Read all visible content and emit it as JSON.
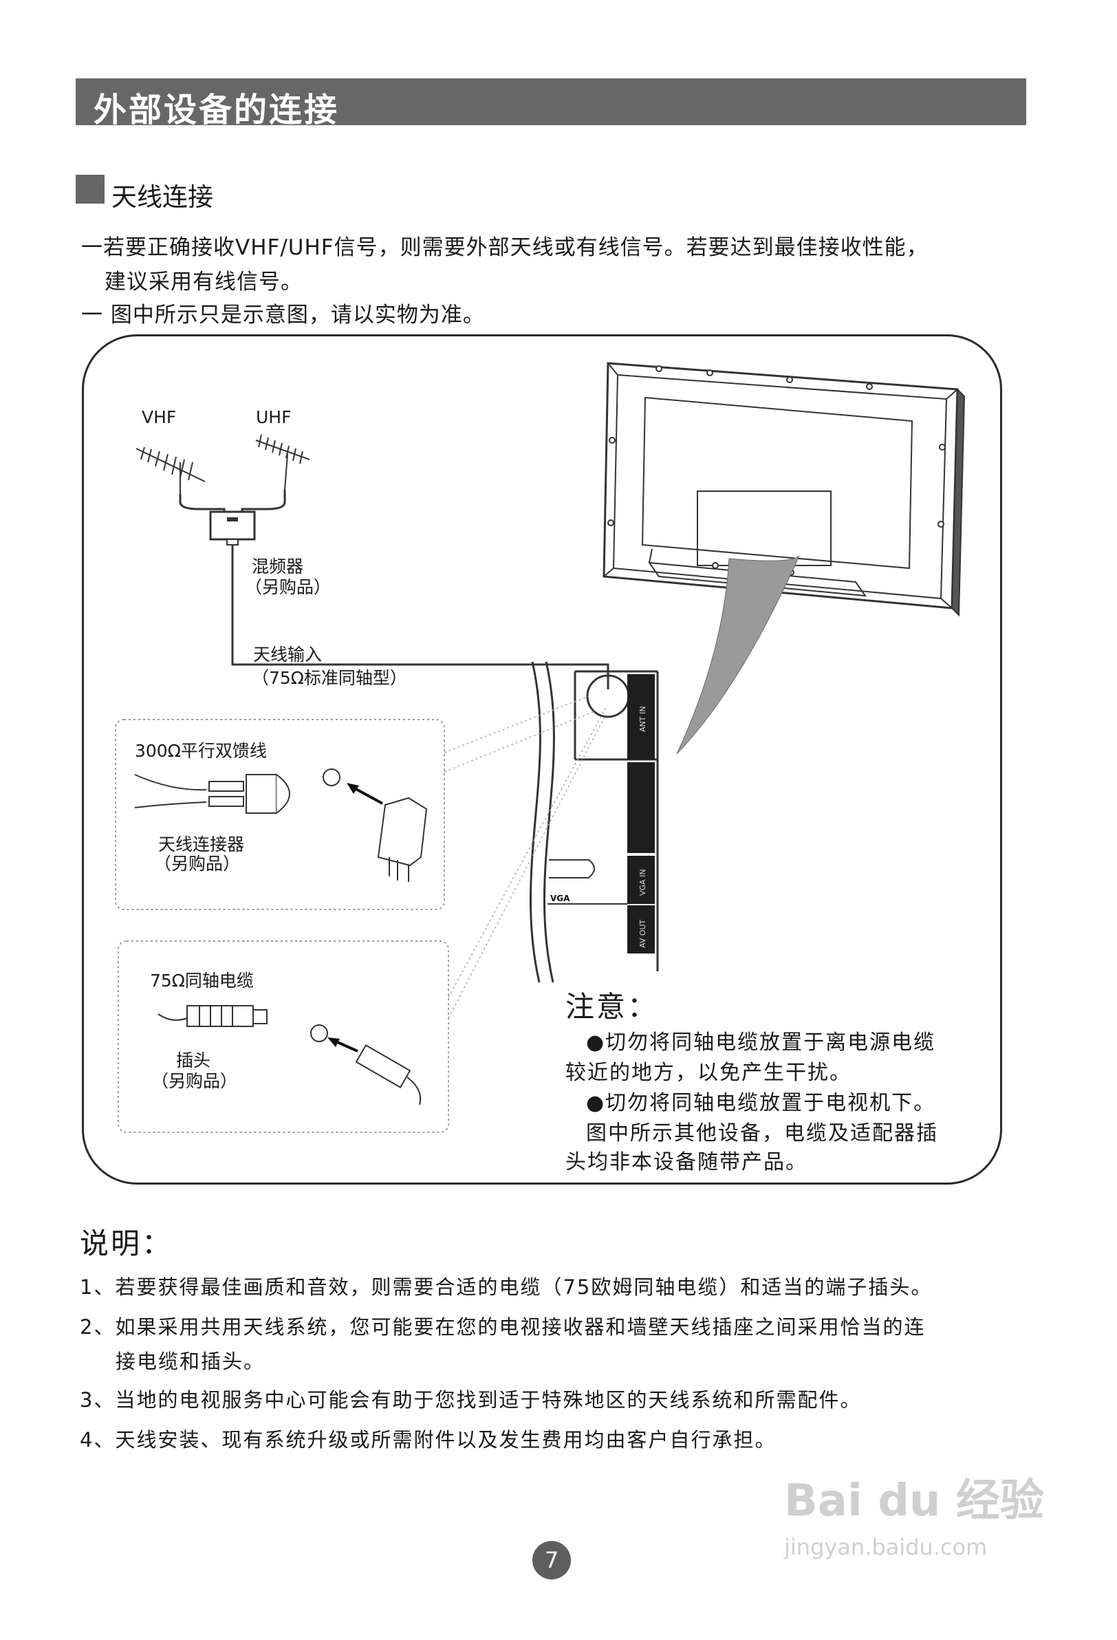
{
  "header": {
    "title": "外部设备的连接"
  },
  "section": {
    "title": "天线连接"
  },
  "intro": [
    "一若要正确接收VHF/UHF信号，则需要外部天线或有线信号。若要达到最佳接收性能，",
    "建议采用有线信号。",
    "一 图中所示只是示意图，请以实物为准。"
  ],
  "diagram": {
    "vhf": "VHF",
    "uhf": "UHF",
    "mixer": "混频器",
    "mixer_sub": "（另购品）",
    "ant_input": "天线输入",
    "ant_input_sub": "（75Ω标准同轴型）",
    "twin_lead": "300Ω平行双馈线",
    "connector": "天线连接器",
    "connector_sub": "（另购品）",
    "coax": "75Ω同轴电缆",
    "plug": "插头",
    "plug_sub": "（另购品）",
    "ports": {
      "ant_in": "ANT IN",
      "vga_in": "VGA IN",
      "vga": "VGA",
      "av_out": "AV OUT"
    }
  },
  "notice": {
    "title": "注意：",
    "lines": [
      "●切勿将同轴电缆放置于离电源电缆",
      "较近的地方，以免产生干扰。",
      "●切勿将同轴电缆放置于电视机下。",
      "图中所示其他设备，电缆及适配器插",
      "头均非本设备随带产品。"
    ]
  },
  "explanation": {
    "title": "说明：",
    "items": [
      "1、若要获得最佳画质和音效，则需要合适的电缆（75欧姆同轴电缆）和适当的端子插头。",
      "2、如果采用共用天线系统，您可能要在您的电视接收器和墙壁天线插座之间采用恰当的连",
      "接电缆和插头。",
      "3、当地的电视服务中心可能会有助于您找到适于特殊地区的天线系统和所需配件。",
      "4、天线安装、现有系统升级或所需附件以及发生费用均由客户自行承担。"
    ]
  },
  "page_number": "7",
  "watermark": {
    "logo": "Bai du 经验",
    "url": "jingyan.baidu.com"
  }
}
